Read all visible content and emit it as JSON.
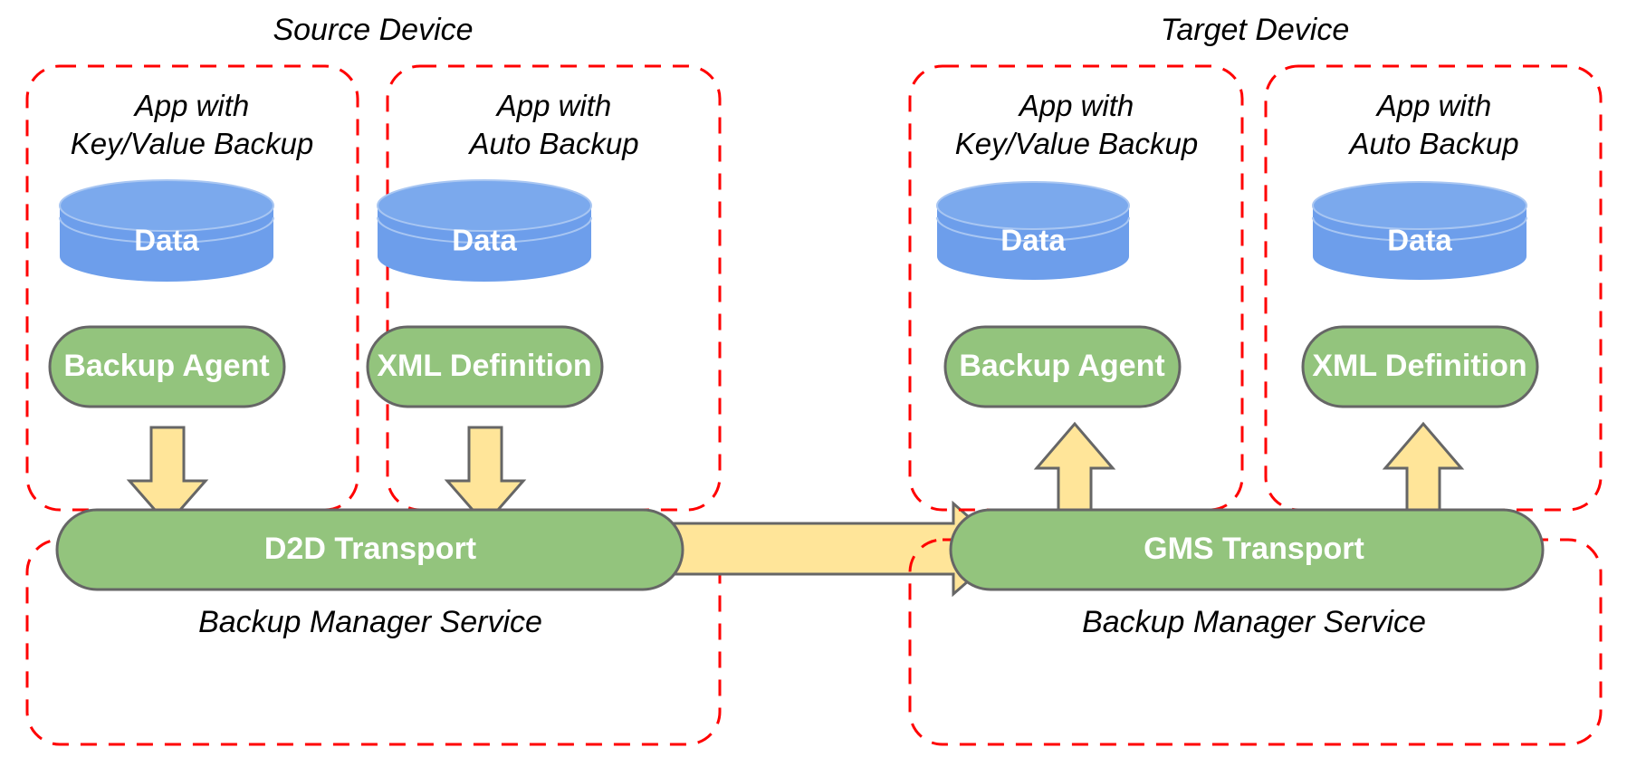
{
  "diagram": {
    "title_left": "Source Device",
    "title_right": "Target Device",
    "colors": {
      "dashed_border": "#ff0000",
      "green_fill": "#93c47d",
      "blue_cylinder": "#6d9eeb",
      "yellow_arrow": "#ffe599",
      "shape_stroke": "#666666",
      "background": "#ffffff",
      "label_white": "#ffffff",
      "label_black": "#000000"
    }
  },
  "source_device": {
    "title": "Source Device",
    "apps": [
      {
        "title_line1": "App with",
        "title_line2": "Key/Value Backup",
        "data_label": "Data",
        "component_label": "Backup Agent"
      },
      {
        "title_line1": "App with",
        "title_line2": "Auto Backup",
        "data_label": "Data",
        "component_label": "XML Definition"
      }
    ],
    "service": {
      "transport_label": "D2D Transport",
      "service_label": "Backup Manager Service"
    }
  },
  "target_device": {
    "title": "Target Device",
    "apps": [
      {
        "title_line1": "App with",
        "title_line2": "Key/Value Backup",
        "data_label": "Data",
        "component_label": "Backup Agent"
      },
      {
        "title_line1": "App with",
        "title_line2": "Auto Backup",
        "data_label": "Data",
        "component_label": "XML Definition"
      }
    ],
    "service": {
      "transport_label": "GMS Transport",
      "service_label": "Backup Manager Service"
    }
  },
  "arrows": {
    "source_app1_to_transport": "down-arrow",
    "source_app2_to_transport": "down-arrow",
    "d2d_to_gms": "right-arrow",
    "transport_to_target_app1": "up-arrow",
    "transport_to_target_app2": "up-arrow"
  }
}
